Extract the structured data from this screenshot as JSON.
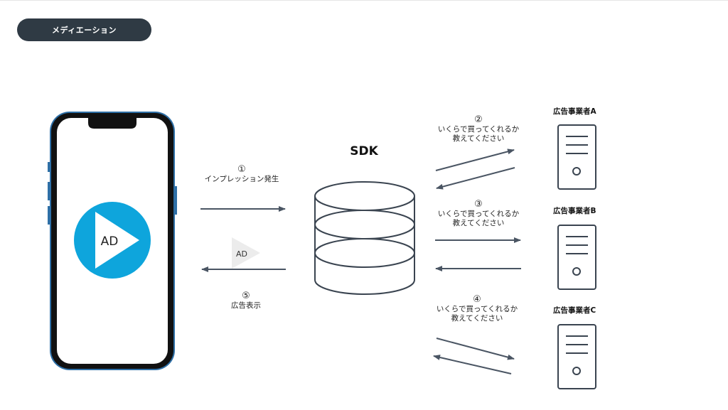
{
  "header": {
    "title": "メディエーション"
  },
  "sdk": {
    "label": "SDK"
  },
  "phone": {
    "ad_label": "AD"
  },
  "ad_preview": {
    "label": "AD"
  },
  "steps": {
    "s1": {
      "num": "①",
      "label": "インプレッション発生"
    },
    "s2": {
      "num": "②",
      "line1": "いくらで買ってくれるか",
      "line2": "教えてください"
    },
    "s3": {
      "num": "③",
      "line1": "いくらで買ってくれるか",
      "line2": "教えてください"
    },
    "s4": {
      "num": "④",
      "line1": "いくらで買ってくれるか",
      "line2": "教えてください"
    },
    "s5": {
      "num": "⑤",
      "label": "広告表示"
    }
  },
  "vendors": [
    {
      "name": "広告事業者A"
    },
    {
      "name": "広告事業者B"
    },
    {
      "name": "広告事業者C"
    }
  ],
  "colors": {
    "arrow": "#4a5563",
    "phone_frame": "#2e6fa6",
    "ad_circle": "#0ea5dc",
    "pill_bg": "#2f3a44"
  }
}
